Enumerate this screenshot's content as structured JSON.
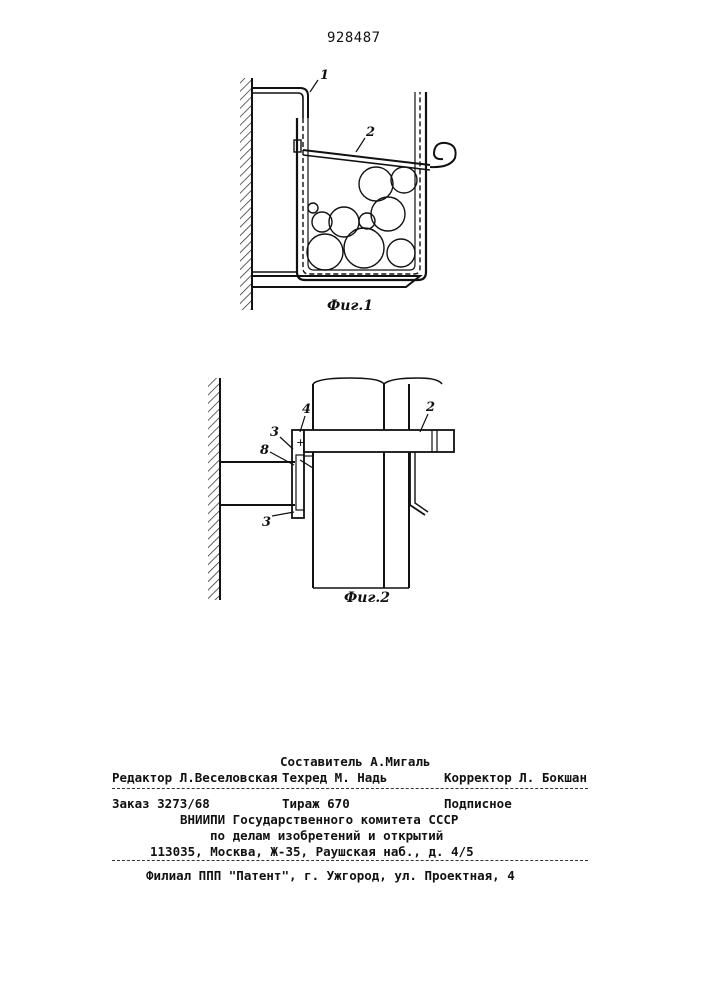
{
  "patent_number": "928487",
  "figures": {
    "fig1": {
      "caption": "Фиг.1",
      "labels": [
        "1",
        "2"
      ]
    },
    "fig2": {
      "caption": "Фиг.2",
      "labels": [
        "4",
        "3",
        "8",
        "3",
        "2"
      ]
    }
  },
  "footer": {
    "compiler": "Составитель А.Мигаль",
    "editor": "Редактор Л.Веселовская",
    "techred": "Техред М. Надь",
    "corrector": "Корректор Л. Бокшан",
    "order": "Заказ 3273/68",
    "circulation": "Тираж 670",
    "subscription": "Подписное",
    "org_line1": "ВНИИПИ Государственного комитета СССР",
    "org_line2": "по делам изобретений и открытий",
    "org_line3": "113035, Москва, Ж-35, Раушская наб., д. 4/5",
    "branch": "Филиал ППП \"Патент\", г. Ужгород, ул. Проектная, 4"
  }
}
